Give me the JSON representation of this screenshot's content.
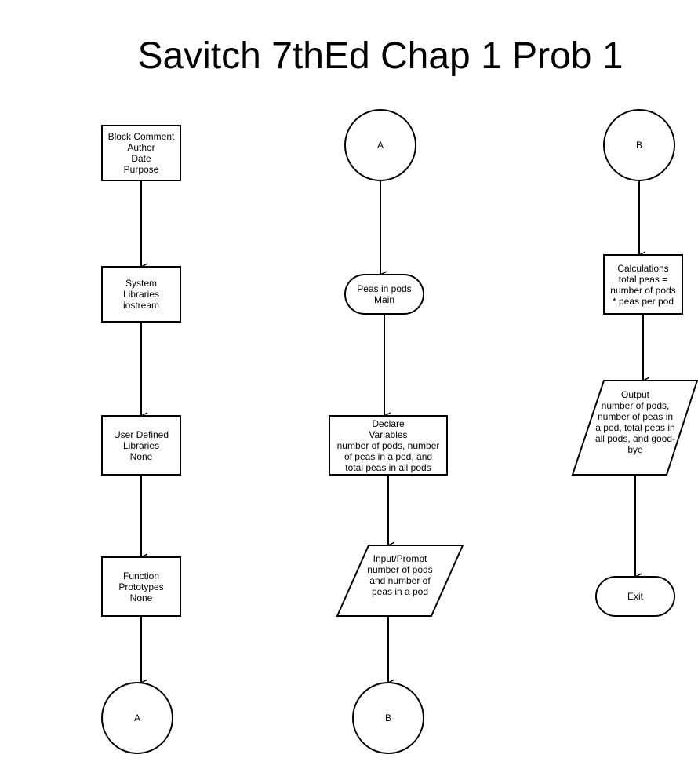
{
  "title": "Savitch 7thEd Chap 1 Prob 1",
  "nodes": {
    "block_comment": "Block Comment\nAuthor\nDate\nPurpose",
    "system_libraries": "System\nLibraries\niostream",
    "user_libraries": "User Defined\nLibraries\nNone",
    "function_prototypes": "Function\nPrototypes\nNone",
    "connector_a_out": "A",
    "connector_a_in": "A",
    "main_start": "Peas in pods\nMain",
    "declare_variables": "Declare\nVariables\nnumber of pods, number\nof peas in a pod, and\ntotal peas in all pods",
    "input_prompt": "Input/Prompt\nnumber of pods\nand number of\npeas in a pod",
    "connector_b_out": "B",
    "connector_b_in": "B",
    "calculations": "Calculations\ntotal peas =\nnumber of pods\n* peas per pod",
    "output": "Output\nnumber of pods,\nnumber of peas in\na pod, total peas in\nall pods, and good-\nbye",
    "exit": "Exit"
  },
  "colors": {
    "stroke": "#000000",
    "fill": "#ffffff",
    "text": "#000000"
  }
}
